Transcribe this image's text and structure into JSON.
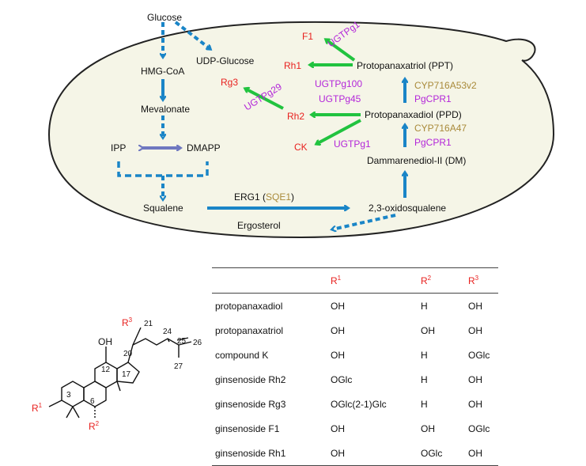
{
  "pathway": {
    "glucose": "Glucose",
    "udp_glucose": "UDP-Glucose",
    "hmg_coa": "HMG-CoA",
    "mevalonate": "Mevalonate",
    "ipp": "IPP",
    "dmapp": "DMAPP",
    "squalene": "Squalene",
    "erg1": "ERG1 (",
    "sqe1": "SQE1",
    "erg1_close": ")",
    "oxidosqualene": "2,3-oxidosqualene",
    "ergosterol": "Ergosterol",
    "dm": "Dammarenediol-II (DM)",
    "ppd": "Protopanaxadiol (PPD)",
    "ppt": "Protopanaxatriol (PPT)",
    "f1": "F1",
    "rh1": "Rh1",
    "rg3": "Rg3",
    "rh2": "Rh2",
    "ck": "CK",
    "ugtpg1_a": "UGTPg1",
    "ugtpg100": "UGTPg100",
    "ugtpg29": "UGTPg29",
    "ugtpg45": "UGTPg45",
    "ugtpg1_b": "UGTPg1",
    "cyp716a53v2": "CYP716A53v2",
    "pgcpr1_a": "PgCPR1",
    "cyp716a47": "CYP716A47",
    "pgcpr1_b": "PgCPR1"
  },
  "colors": {
    "cell_fill": "#f5f5e7",
    "blue_arrow": "#1a85c7",
    "green_arrow": "#21c33f",
    "isomerase_arrow": "#6f78c0",
    "red_text": "#e8211f",
    "purple_text": "#b326d9",
    "gold_text": "#a98a3a"
  },
  "structure": {
    "oh": "OH",
    "r1": "R",
    "r1_sup": "1",
    "r2": "R",
    "r2_sup": "2",
    "r3": "R",
    "r3_sup": "3",
    "n3": "3",
    "n6": "6",
    "n12": "12",
    "n17": "17",
    "n20": "20",
    "n21": "21",
    "n24": "24",
    "n25": "25",
    "n26": "26",
    "n27": "27"
  },
  "table": {
    "headers": [
      {
        "text": "",
        "sup": ""
      },
      {
        "text": "R",
        "sup": "1"
      },
      {
        "text": "R",
        "sup": "2"
      },
      {
        "text": "R",
        "sup": "3"
      }
    ],
    "rows": [
      [
        "protopanaxadiol",
        "OH",
        "H",
        "OH"
      ],
      [
        "protopanaxatriol",
        "OH",
        "OH",
        "OH"
      ],
      [
        "compound K",
        "OH",
        "H",
        "OGlc"
      ],
      [
        "ginsenoside Rh2",
        "OGlc",
        "H",
        "OH"
      ],
      [
        "ginsenoside Rg3",
        "OGlc(2-1)Glc",
        "H",
        "OH"
      ],
      [
        "ginsenoside F1",
        "OH",
        "OH",
        "OGlc"
      ],
      [
        "ginsenoside Rh1",
        "OH",
        "OGlc",
        "OH"
      ]
    ]
  }
}
